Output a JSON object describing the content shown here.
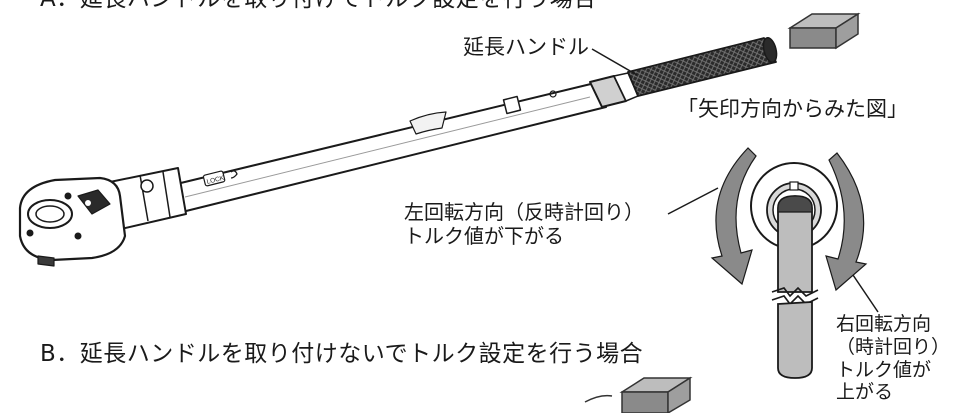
{
  "section_a": {
    "title": "A．延長ハンドルを取り付けてトルク設定を行う場合"
  },
  "section_b": {
    "title": "B．延長ハンドルを取り付けないでトルク設定を行う場合"
  },
  "labels": {
    "extension_handle": "延長ハンドル",
    "arrow_view": "「矢印方向からみた図」",
    "ccw": "左回転方向（反時計回り）\nトルク値が下がる",
    "cw": "右回転方向\n（時計回り）\nトルク値が\n上がる"
  },
  "wrench": {
    "stamp_text": "LOCK"
  },
  "colors": {
    "arrow_gray": "#8a8a8a",
    "outline": "#1a1a1a",
    "band_gray": "#d0d0d0"
  }
}
